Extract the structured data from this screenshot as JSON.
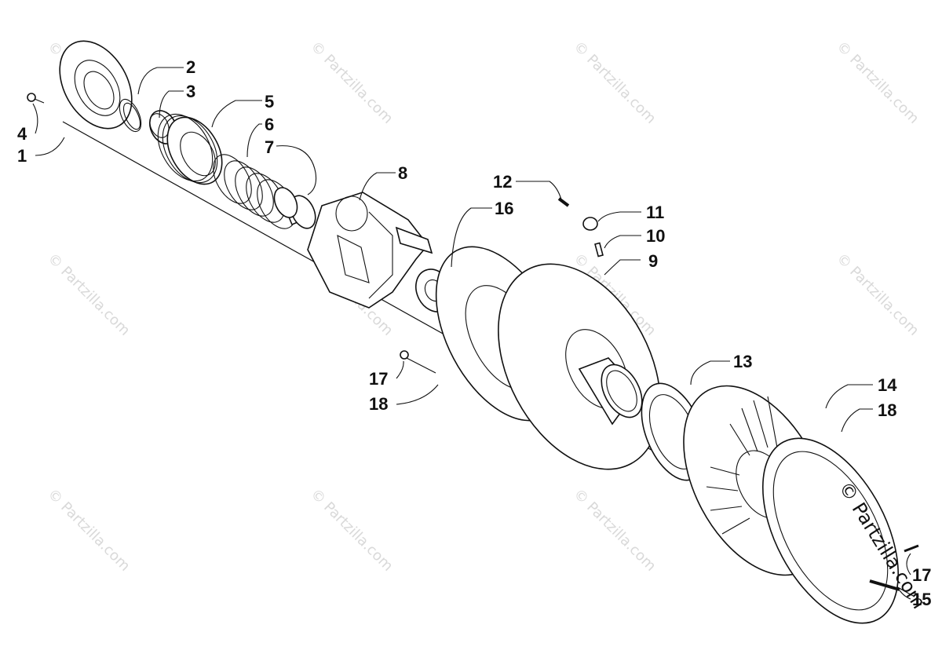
{
  "diagram": {
    "type": "exploded-parts-view",
    "callouts": [
      {
        "id": "c1",
        "text": "1"
      },
      {
        "id": "c2",
        "text": "2"
      },
      {
        "id": "c3",
        "text": "3"
      },
      {
        "id": "c4",
        "text": "4"
      },
      {
        "id": "c5",
        "text": "5"
      },
      {
        "id": "c6",
        "text": "6"
      },
      {
        "id": "c7",
        "text": "7"
      },
      {
        "id": "c8",
        "text": "8"
      },
      {
        "id": "c9",
        "text": "9"
      },
      {
        "id": "c10",
        "text": "10"
      },
      {
        "id": "c11",
        "text": "11"
      },
      {
        "id": "c12",
        "text": "12"
      },
      {
        "id": "c13",
        "text": "13"
      },
      {
        "id": "c14",
        "text": "14"
      },
      {
        "id": "c15",
        "text": "15"
      },
      {
        "id": "c16",
        "text": "16"
      },
      {
        "id": "c17a",
        "text": "17"
      },
      {
        "id": "c17b",
        "text": "17"
      },
      {
        "id": "c18a",
        "text": "18"
      },
      {
        "id": "c18b",
        "text": "18"
      }
    ]
  },
  "watermark": {
    "text": "© Partzilla.com",
    "prominent_text": "© Partzilla.com",
    "color": "#d9d9d9"
  },
  "colors": {
    "line": "#111111",
    "background": "#ffffff"
  }
}
